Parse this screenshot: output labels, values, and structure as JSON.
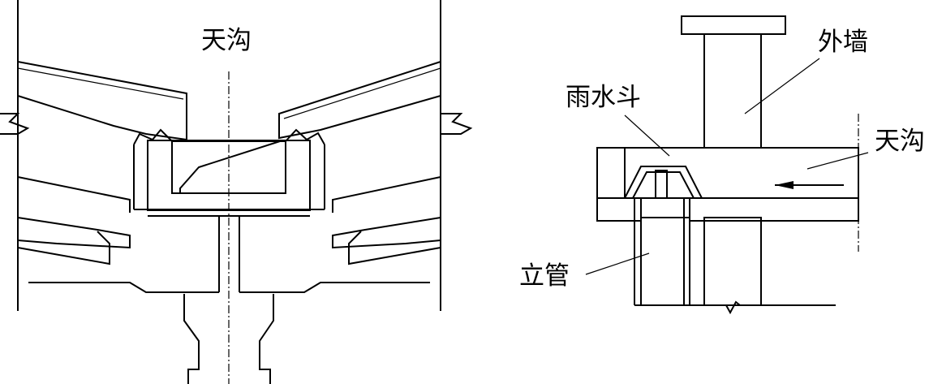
{
  "left_section": {
    "title": "天沟"
  },
  "right_section": {
    "labels": {
      "outer_wall": "外墙",
      "rain_hopper": "雨水斗",
      "gutter": "天沟",
      "downpipe": "立管"
    }
  },
  "colors": {
    "line": "#000000",
    "background": "#ffffff"
  }
}
